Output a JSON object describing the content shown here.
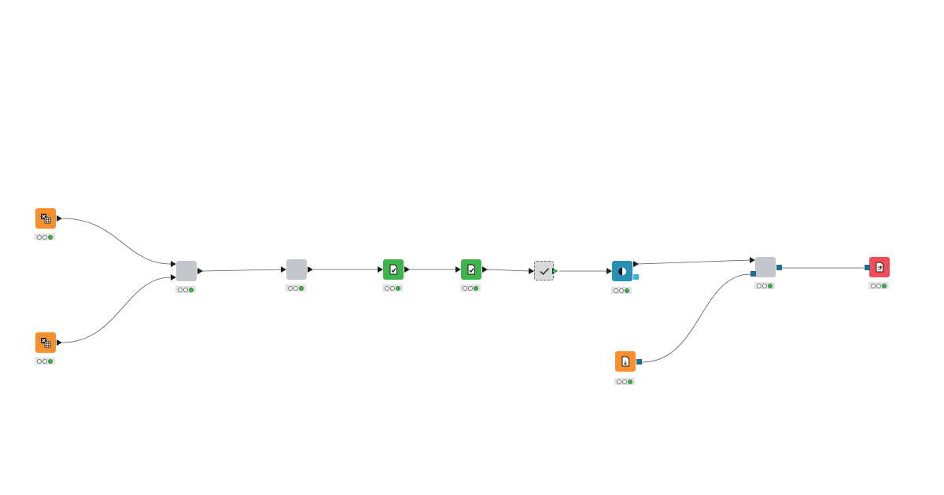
{
  "workflow": {
    "nodes": [
      {
        "id": "excel-reader-1",
        "icon": "excel-table-icon",
        "color": "#f68f2e",
        "state": "executed"
      },
      {
        "id": "excel-reader-2",
        "icon": "excel-table-icon",
        "color": "#f68f2e",
        "state": "executed"
      },
      {
        "id": "joiner",
        "icon": "blank-icon",
        "color": "#c3c6ca",
        "state": "executed"
      },
      {
        "id": "gray-node-2",
        "icon": "blank-icon",
        "color": "#c3c6ca",
        "state": "executed"
      },
      {
        "id": "green-node-1",
        "icon": "document-check-icon",
        "color": "#3eb54a",
        "state": "executed"
      },
      {
        "id": "green-node-2",
        "icon": "document-check-icon",
        "color": "#3eb54a",
        "state": "executed"
      },
      {
        "id": "variable-node",
        "icon": "checkmark-icon",
        "color": "#d8d9db",
        "state": "configured"
      },
      {
        "id": "blue-node",
        "icon": "color-drop-icon",
        "color": "#2a8fb5",
        "state": "executed"
      },
      {
        "id": "gray-node-3",
        "icon": "blank-icon",
        "color": "#c3c6ca",
        "state": "executed"
      },
      {
        "id": "red-writer",
        "icon": "document-export-icon",
        "color": "#f04d58",
        "state": "executed"
      },
      {
        "id": "orange-reader",
        "icon": "document-icon",
        "color": "#f68f2e",
        "state": "executed"
      }
    ],
    "status_colors": {
      "off": "#ffffff",
      "on": "#3cb44a",
      "edge": "#555555"
    }
  }
}
